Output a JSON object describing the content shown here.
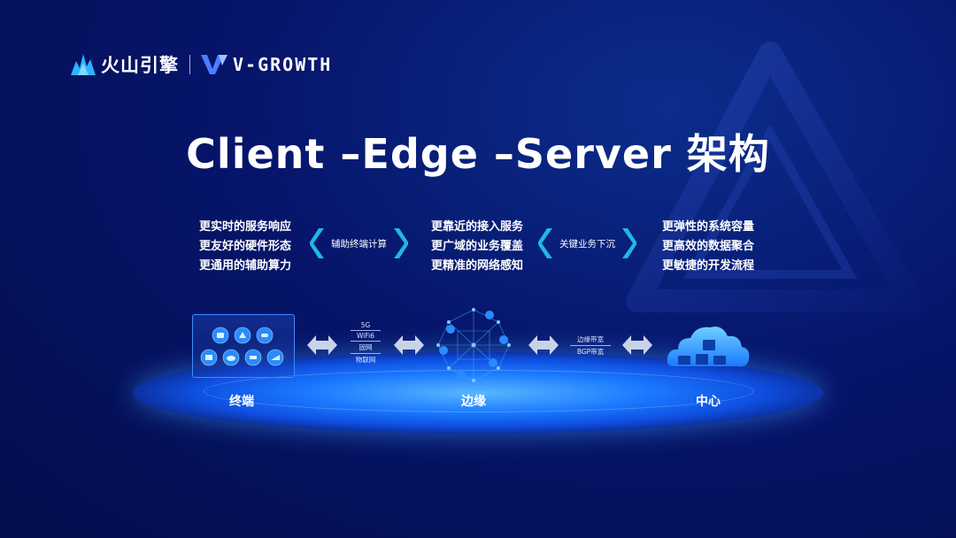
{
  "brand": {
    "cn": "火山引擎",
    "en": "V-GROWTH"
  },
  "title": "Client –Edge –Server 架构",
  "client_features": [
    "更实时的服务响应",
    "更友好的硬件形态",
    "更通用的辅助算力"
  ],
  "edge_features": [
    "更靠近的接入服务",
    "更广域的业务覆盖",
    "更精准的网络感知"
  ],
  "server_features": [
    "更弹性的系统容量",
    "更高效的数据聚合",
    "更敏捷的开发流程"
  ],
  "chevron_labels": {
    "client_edge": "辅助终端计算",
    "edge_server": "关键业务下沉"
  },
  "client_edge_links": [
    "5G",
    "WiFi6",
    "固网",
    "物联网"
  ],
  "edge_server_links": [
    "边缘带宽",
    "BGP带宽"
  ],
  "nodes": {
    "client": "终端",
    "edge": "边缘",
    "server": "中心"
  },
  "colors": {
    "accent": "#2a8bff",
    "chevron": "#1fb6e8",
    "background": "#06156a"
  }
}
